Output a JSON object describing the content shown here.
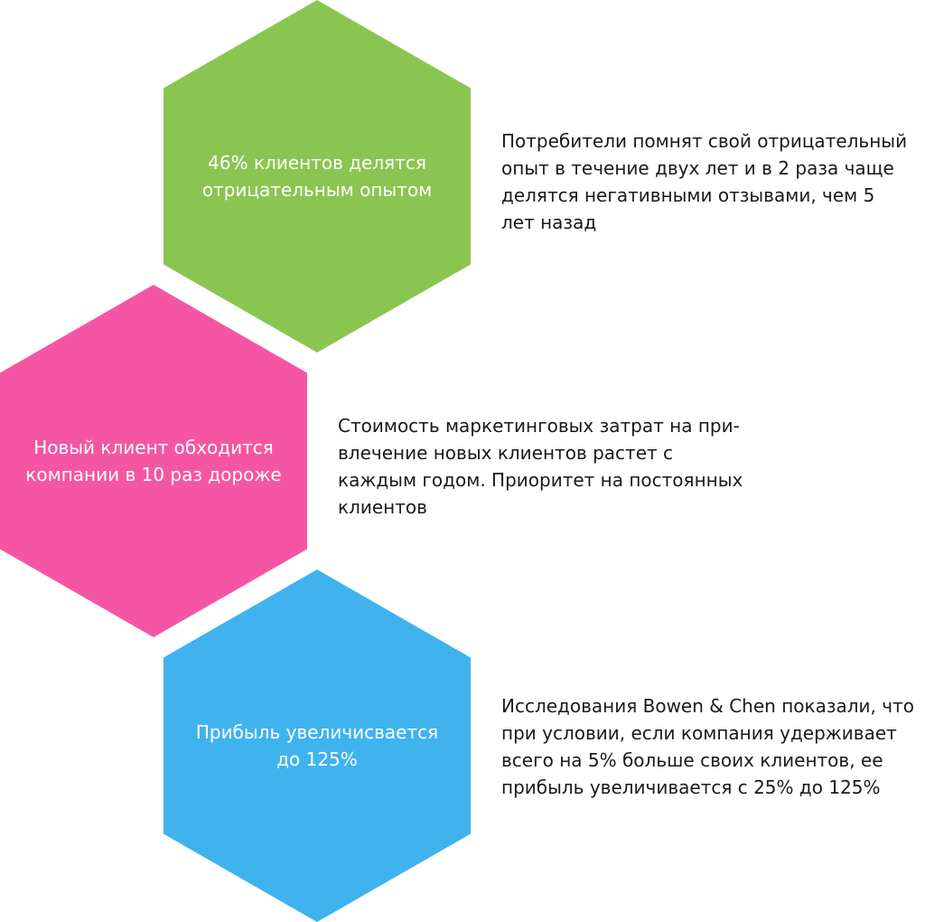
{
  "items": [
    {
      "hex_label": "46% клиентов делятся отрицательным опытом",
      "hex_color": "#8bc551",
      "description": "Потребители помнят свой отрицательный\nопыт в течение двух лет и в 2 раза чаще\nделятся негативными отзывами, чем 5\nлет назад"
    },
    {
      "hex_label": "Новый клиент обходится компании в 10 раз дороже",
      "hex_color": "#f556a3",
      "description": "Стоимость маркетинговых затрат на при-\nвлечение новых клиентов растет с\nкаждым годом. Приоритет на постоянных\nклиентов"
    },
    {
      "hex_label": "Прибыль увеличисвается до 125%",
      "hex_color": "#40b3ef",
      "description": "Исследования Bowen & Chen показали, что\nпри условии, если компания удерживает\nвсего на 5% больше своих клиентов, ее\nприбыль увеличивается с 25% до 125%"
    }
  ]
}
